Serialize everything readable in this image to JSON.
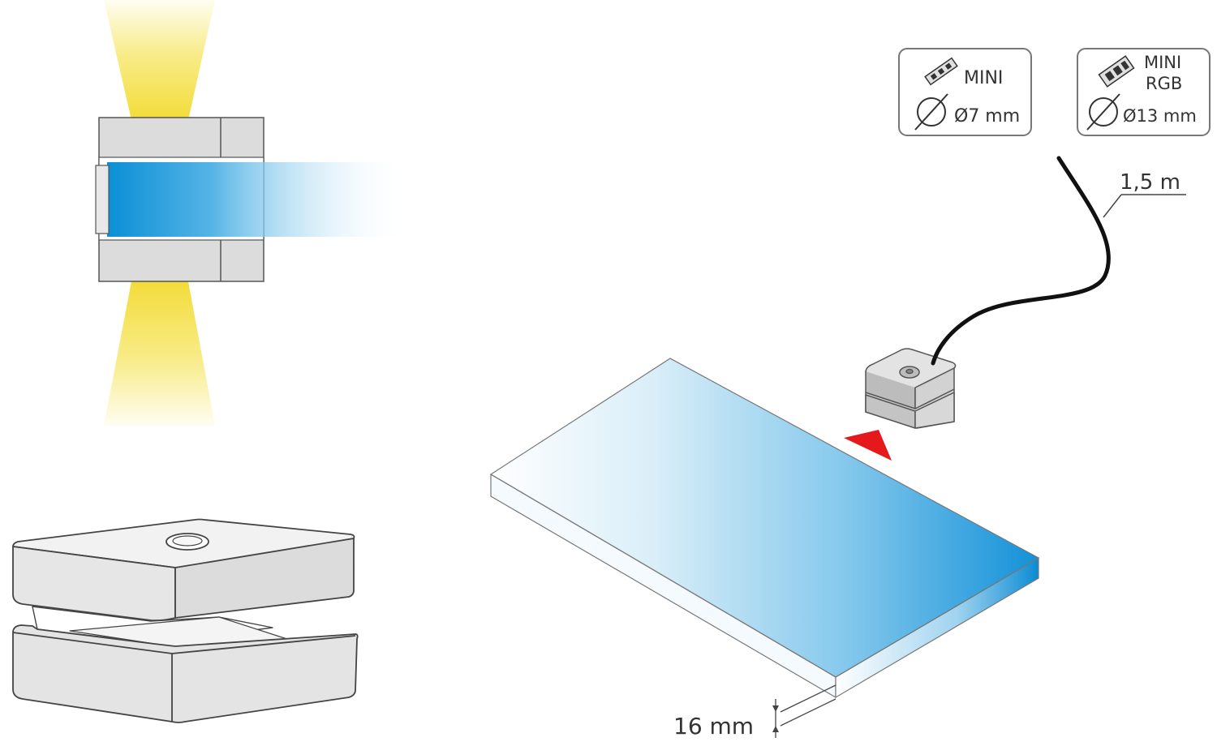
{
  "diagram": {
    "badge_mini": {
      "line1": "MINI",
      "diameter": "Ø7 mm"
    },
    "badge_rgb": {
      "line1": "MINI",
      "line2": "RGB",
      "diameter": "Ø13 mm"
    },
    "cable_length": "1,5 m",
    "glass_thickness": "16 mm"
  },
  "colors": {
    "light_beam": "#f5e24a",
    "glass_blue": "#0a8fd6",
    "clip_grey": "#dcdcdc",
    "marker_red": "#e5191c"
  }
}
